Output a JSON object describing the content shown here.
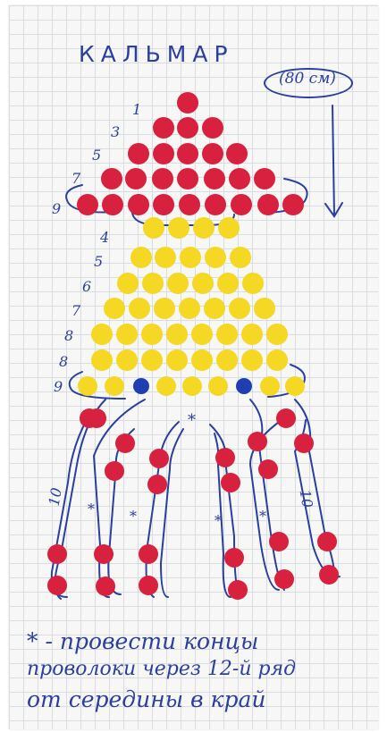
{
  "diagram": {
    "title": "КАЛЬМАР",
    "length_note": "(80 см)",
    "row_labels": [
      "1",
      "3",
      "5",
      "7",
      "9",
      "4",
      "5",
      "6",
      "7",
      "8",
      "8",
      "9"
    ],
    "side_labels": [
      "10",
      "10"
    ],
    "marks": [
      "*",
      "*",
      "*",
      "*",
      "*"
    ],
    "footnote_lines": [
      "* - провести концы",
      "проволоки через 12-й ряд",
      "от середины в край"
    ]
  },
  "colors": {
    "red_bead": "#d8203f",
    "yellow_bead": "#f5d823",
    "blue_bead": "#1f3fb0",
    "ink": "#2b3f9e",
    "paper": "#f7f7f5"
  }
}
